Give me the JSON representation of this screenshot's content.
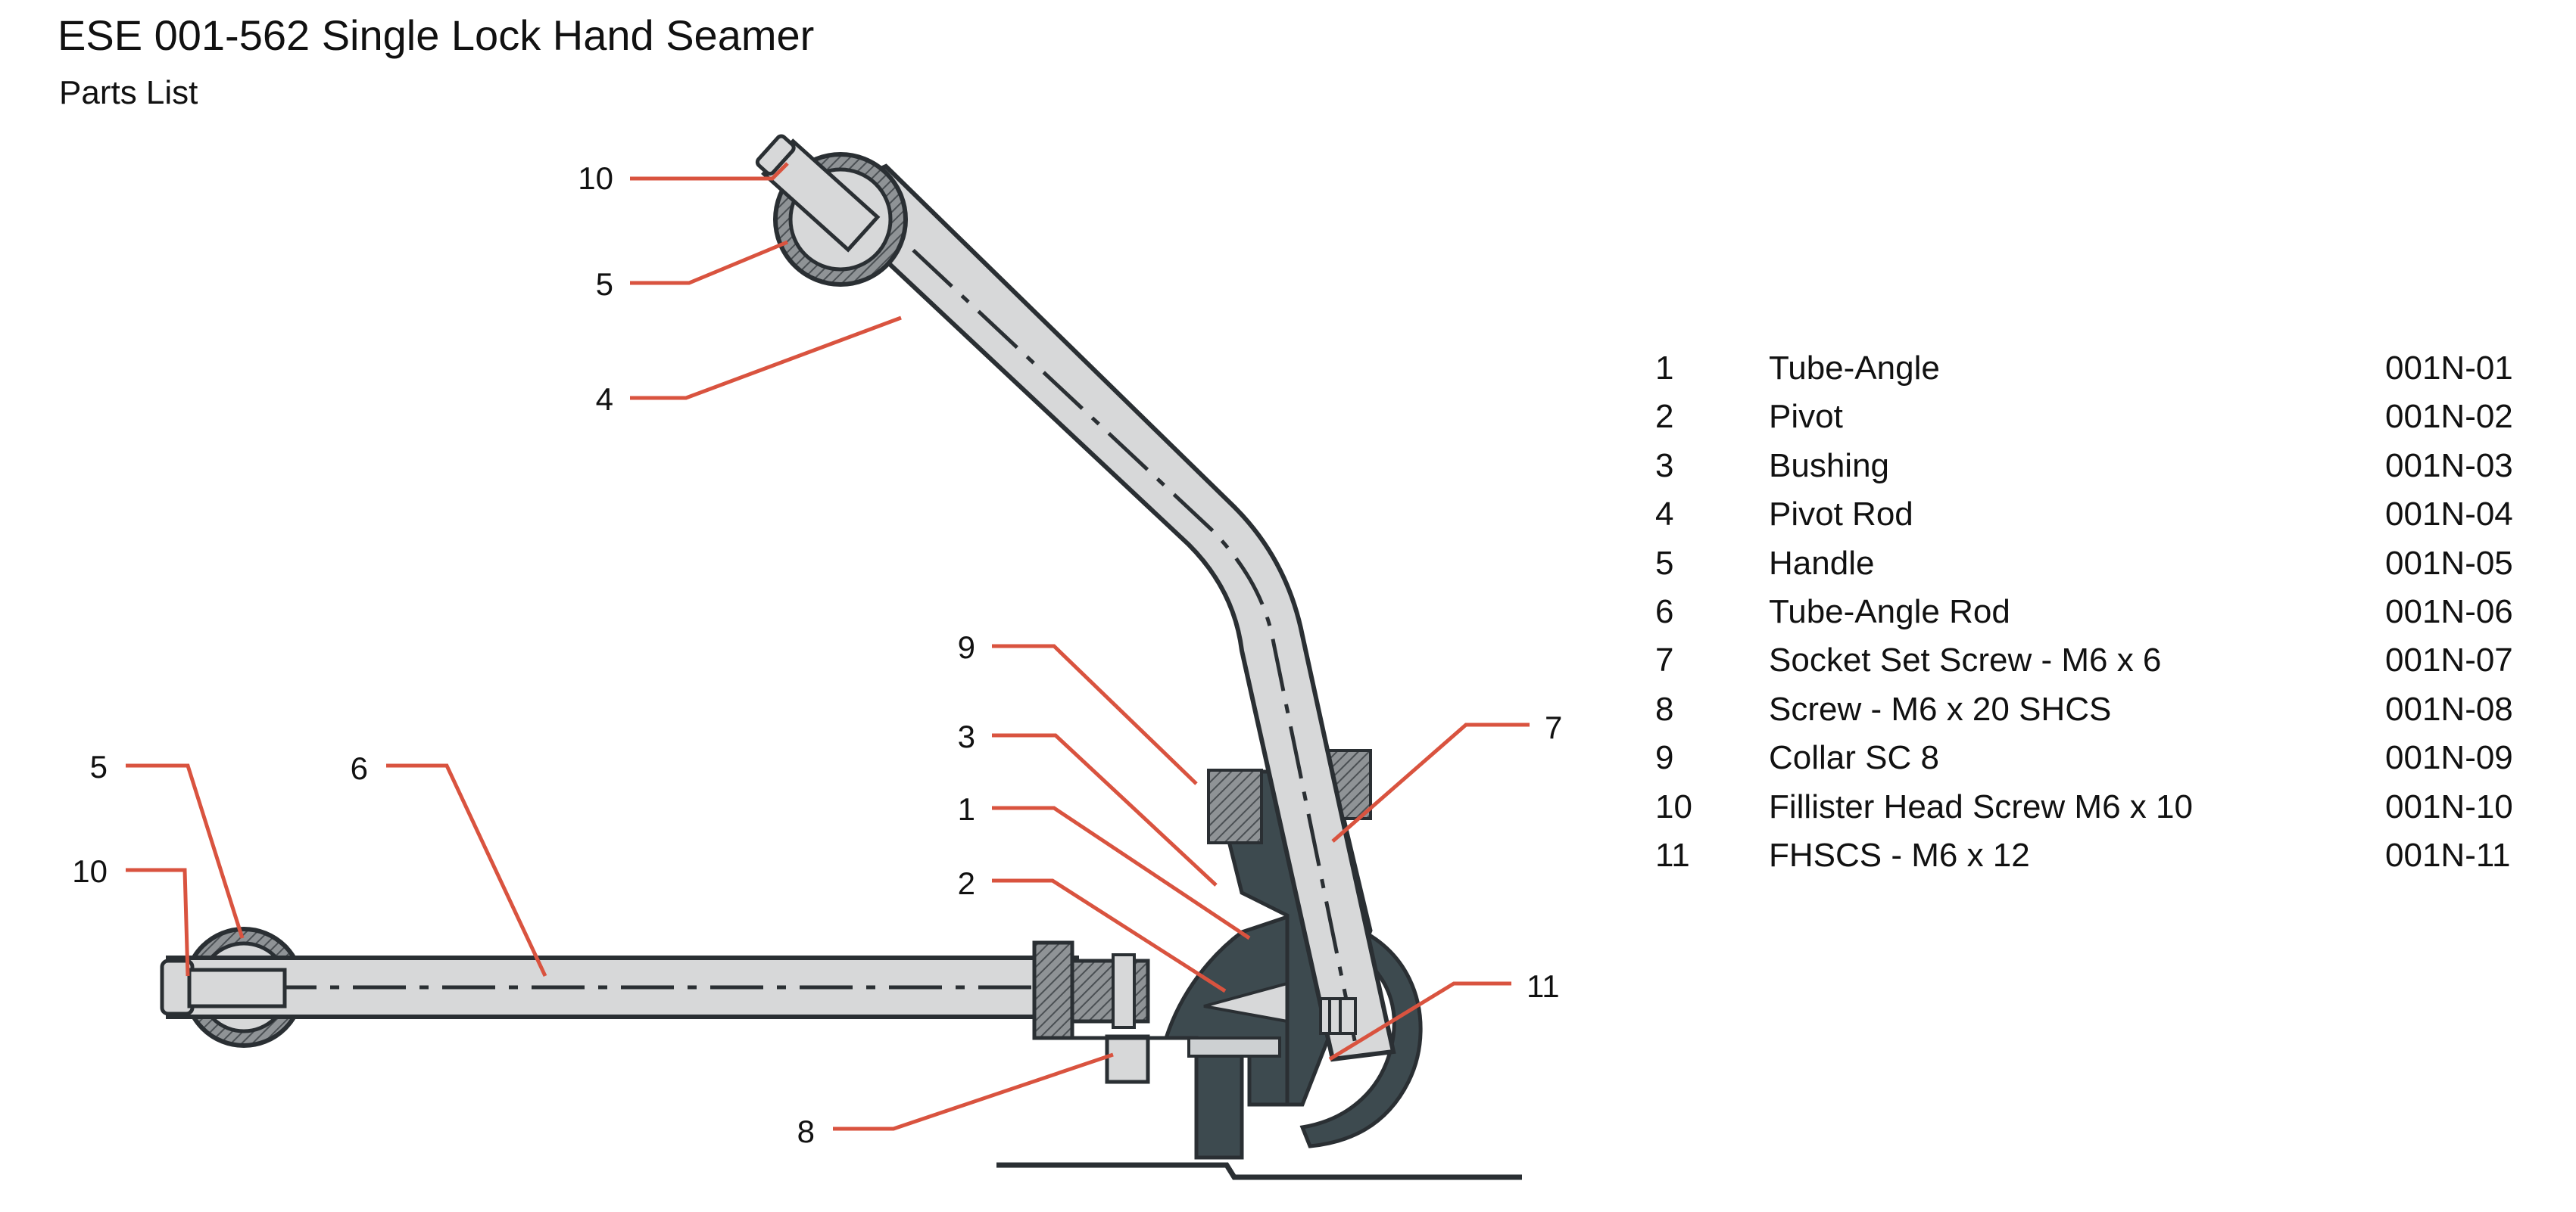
{
  "header": {
    "title": "ESE 001-562 Single Lock Hand Seamer",
    "subtitle": "Parts List"
  },
  "colors": {
    "callout_line": "#d9533f",
    "metal_light": "#d7d8d9",
    "metal_dark": "#3d4a4f",
    "outline": "#2a2f33"
  },
  "callouts": [
    {
      "label": "10"
    },
    {
      "label": "5"
    },
    {
      "label": "4"
    },
    {
      "label": "9"
    },
    {
      "label": "3"
    },
    {
      "label": "1"
    },
    {
      "label": "2"
    },
    {
      "label": "5"
    },
    {
      "label": "6"
    },
    {
      "label": "10"
    },
    {
      "label": "8"
    },
    {
      "label": "7"
    },
    {
      "label": "11"
    }
  ],
  "parts": [
    {
      "num": "1",
      "name": "Tube-Angle",
      "code": "001N-01"
    },
    {
      "num": "2",
      "name": "Pivot",
      "code": "001N-02"
    },
    {
      "num": "3",
      "name": "Bushing",
      "code": "001N-03"
    },
    {
      "num": "4",
      "name": "Pivot Rod",
      "code": "001N-04"
    },
    {
      "num": "5",
      "name": "Handle",
      "code": "001N-05"
    },
    {
      "num": "6",
      "name": "Tube-Angle Rod",
      "code": "001N-06"
    },
    {
      "num": "7",
      "name": "Socket Set Screw - M6 x 6",
      "code": "001N-07"
    },
    {
      "num": "8",
      "name": "Screw - M6 x 20 SHCS",
      "code": "001N-08"
    },
    {
      "num": "9",
      "name": "Collar SC 8",
      "code": "001N-09"
    },
    {
      "num": "10",
      "name": "Fillister Head Screw M6 x 10",
      "code": "001N-10"
    },
    {
      "num": "11",
      "name": "FHSCS - M6 x 12",
      "code": "001N-11"
    }
  ]
}
